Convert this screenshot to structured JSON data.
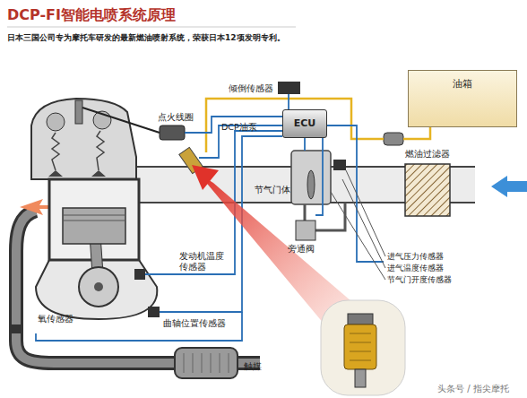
{
  "diagram": {
    "title": "DCP-FI智能电喷系统原理",
    "nodes": [
      {
        "text": [
          "油箱"
        ]
      },
      {
        "text": [
          "ECU"
        ]
      }
    ],
    "labels": [
      "日本三国公司专为摩托车研发的最新燃油喷射系统，荣获日本12项发明专利。",
      "倾倒传感器",
      "点火线圈",
      "DCP油泵",
      "燃油过滤器",
      "节气门体",
      "旁通阀",
      "进气压力传感器",
      "进气温度传感器",
      "节气门开度传感器",
      "发动机温度 传感器",
      "曲轴位置传感器",
      "氧传感器",
      "触媒",
      "头条号 / 指尖摩托"
    ]
  }
}
